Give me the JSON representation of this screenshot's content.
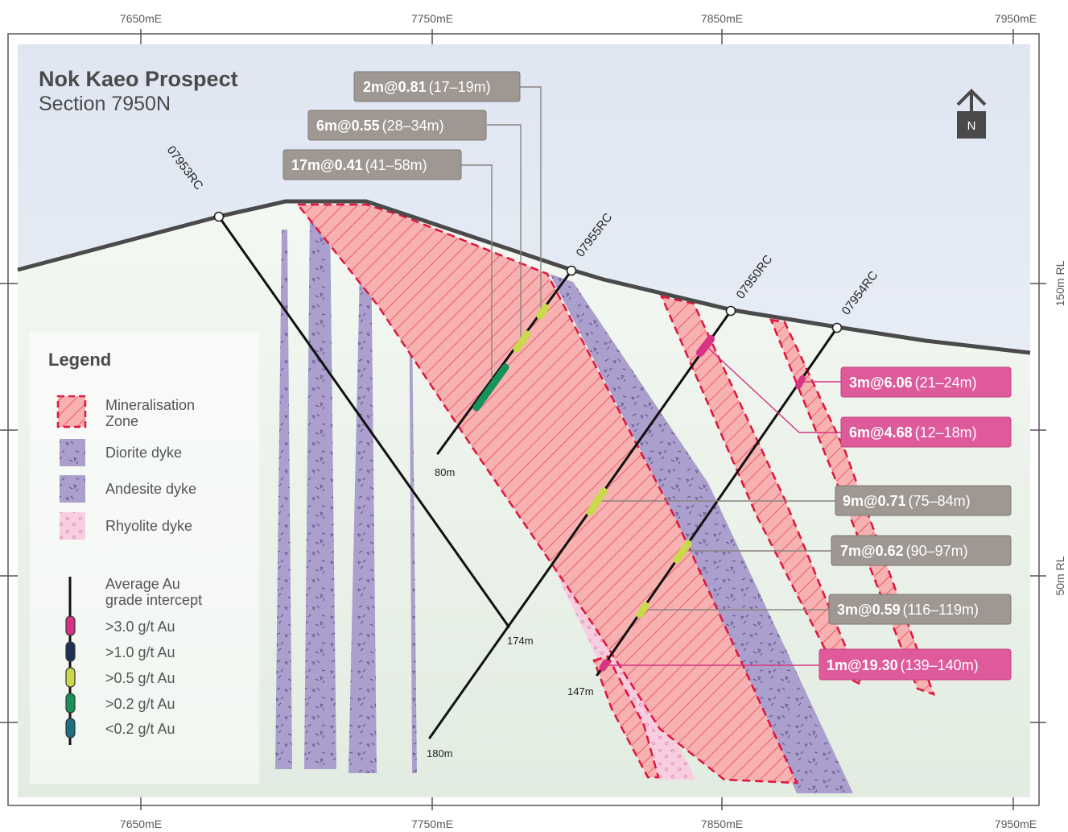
{
  "title": "Nok Kaeo Prospect",
  "subtitle": "Section 7950N",
  "north_label": "N",
  "eastings_top": [
    "7650mE",
    "7750mE",
    "7850mE",
    "7950mE"
  ],
  "eastings_bottom": [
    "7650mE",
    "7750mE",
    "7850mE",
    "7950mE"
  ],
  "rl_labels": [
    "150m RL",
    "50m RL"
  ],
  "drillholes": [
    {
      "name": "07953RC",
      "end_depth": "174m"
    },
    {
      "name": "07955RC",
      "end_depth": "80m"
    },
    {
      "name": "07950RC",
      "end_depth": "180m"
    },
    {
      "name": "07954RC",
      "end_depth": "147m"
    }
  ],
  "intercepts": [
    {
      "main": "2m@0.81",
      "range": "(17–19m)",
      "grade": ">0.5 g/t Au",
      "hole": "07955RC"
    },
    {
      "main": "6m@0.55",
      "range": "(28–34m)",
      "grade": ">0.5 g/t Au",
      "hole": "07955RC"
    },
    {
      "main": "17m@0.41",
      "range": "(41–58m)",
      "grade": ">0.2 g/t Au",
      "hole": "07955RC"
    },
    {
      "main": "3m@6.06",
      "range": "(21–24m)",
      "grade": ">3.0 g/t Au",
      "hole": "07954RC"
    },
    {
      "main": "6m@4.68",
      "range": "(12–18m)",
      "grade": ">3.0 g/t Au",
      "hole": "07950RC"
    },
    {
      "main": "9m@0.71",
      "range": "(75–84m)",
      "grade": ">0.5 g/t Au",
      "hole": "07950RC"
    },
    {
      "main": "7m@0.62",
      "range": "(90–97m)",
      "grade": ">0.5 g/t Au",
      "hole": "07954RC"
    },
    {
      "main": "3m@0.59",
      "range": "(116–119m)",
      "grade": ">0.5 g/t Au",
      "hole": "07954RC"
    },
    {
      "main": "1m@19.30",
      "range": "(139–140m)",
      "grade": ">3.0 g/t Au",
      "hole": "07954RC"
    }
  ],
  "legend": {
    "title": "Legend",
    "units": [
      {
        "line1": "Mineralisation",
        "line2": "Zone"
      },
      {
        "line1": "Diorite dyke"
      },
      {
        "line1": "Andesite dyke"
      },
      {
        "line1": "Rhyolite dyke"
      }
    ],
    "grade_heading": {
      "line1": "Average Au",
      "line2": "grade intercept"
    },
    "grades": [
      {
        "label": ">3.0 g/t Au",
        "color": "#d63384"
      },
      {
        "label": ">1.0 g/t Au",
        "color": "#1f2f5a"
      },
      {
        "label": ">0.5 g/t Au",
        "color": "#c9d94a"
      },
      {
        "label": ">0.2 g/t Au",
        "color": "#16935a"
      },
      {
        "label": "<0.2 g/t Au",
        "color": "#1a6f82"
      }
    ]
  },
  "colors": {
    "mineralisation": "#f4a6a6",
    "mineralisation_edge": "#e0143c",
    "diorite": "#a89ac8",
    "rhyolite": "#f6c8dc",
    "high_grade_label": "#de5a9a",
    "low_grade_label": "#9e9792",
    "sky": "#e2e8f3",
    "ground": "#e6efe6"
  }
}
